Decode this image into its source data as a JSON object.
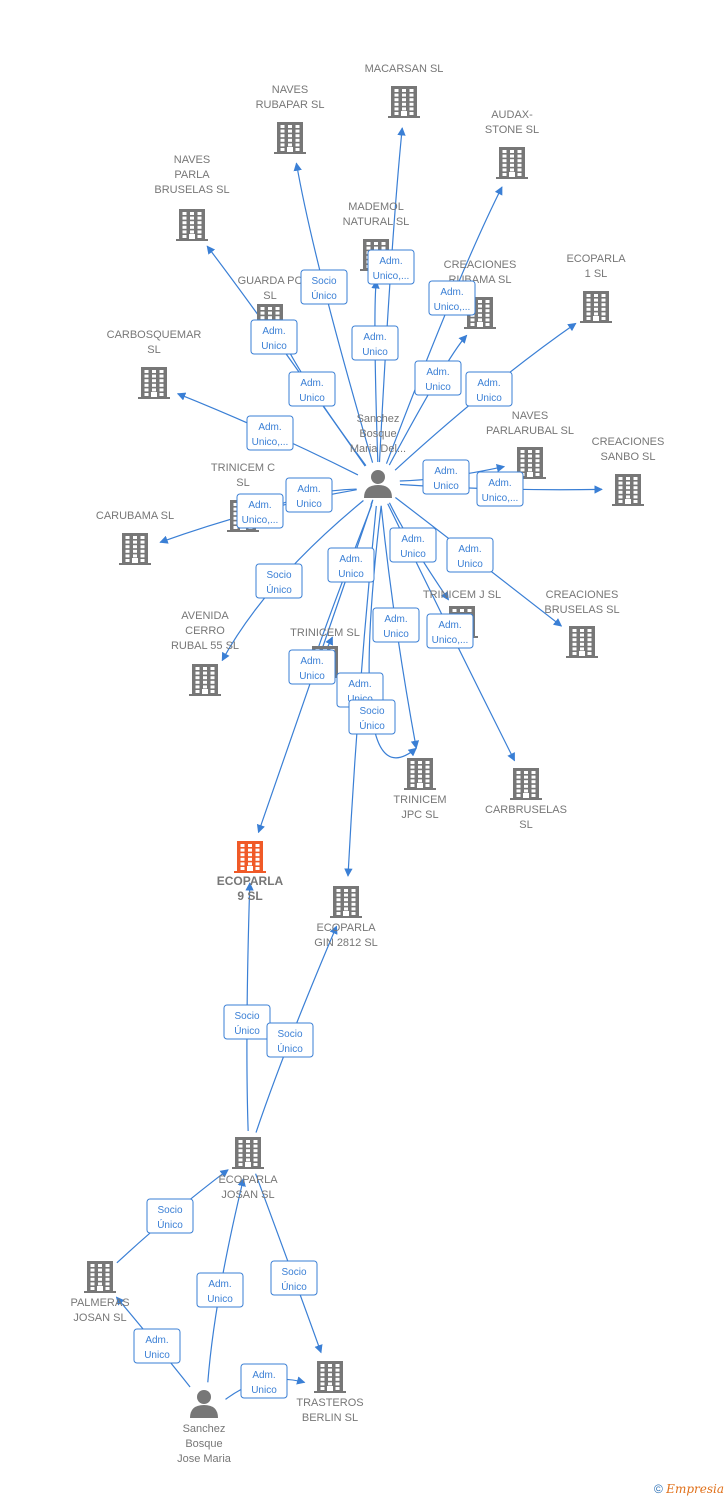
{
  "colors": {
    "edge": "#3a7fd5",
    "building": "#777777",
    "highlight": "#f05a28"
  },
  "nodes": [
    {
      "id": "macarsan",
      "label": [
        "MACARSAN  SL"
      ],
      "type": "company"
    },
    {
      "id": "naves_rubapar",
      "label": [
        "NAVES",
        "RUBAPAR SL"
      ],
      "type": "company"
    },
    {
      "id": "audax",
      "label": [
        "AUDAX-",
        "STONE SL"
      ],
      "type": "company"
    },
    {
      "id": "naves_parla",
      "label": [
        "NAVES",
        "PARLA",
        "BRUSELAS SL"
      ],
      "type": "company"
    },
    {
      "id": "mademol",
      "label": [
        "MADEMOL",
        "NATURAL  SL"
      ],
      "type": "company"
    },
    {
      "id": "creaciones_rubama",
      "label": [
        "CREACIONES",
        "RUBAMA SL"
      ],
      "type": "company"
    },
    {
      "id": "ecoparla1",
      "label": [
        "ECOPARLA",
        "1  SL"
      ],
      "type": "company"
    },
    {
      "id": "guarda",
      "label": [
        "GUARDA PC",
        "SL"
      ],
      "type": "company"
    },
    {
      "id": "carbosquemar",
      "label": [
        "CARBOSQUEMAR",
        "SL"
      ],
      "type": "company"
    },
    {
      "id": "naves_parlarubal",
      "label": [
        "NAVES",
        "PARLARUBAL SL"
      ],
      "type": "company"
    },
    {
      "id": "creaciones_sanbo",
      "label": [
        "CREACIONES",
        "SANBO  SL"
      ],
      "type": "company"
    },
    {
      "id": "trinicem_c",
      "label": [
        "TRINICEM C",
        "SL"
      ],
      "type": "company"
    },
    {
      "id": "carubama",
      "label": [
        "CARUBAMA  SL"
      ],
      "type": "company"
    },
    {
      "id": "creaciones_bruselas",
      "label": [
        "CREACIONES",
        "BRUSELAS SL"
      ],
      "type": "company"
    },
    {
      "id": "trinicem_j",
      "label": [
        "TRINICEM J  SL"
      ],
      "type": "company"
    },
    {
      "id": "avenida",
      "label": [
        "AVENIDA",
        "CERRO",
        "RUBAL 55 SL"
      ],
      "type": "company"
    },
    {
      "id": "trinicem",
      "label": [
        "TRINICEM  SL"
      ],
      "type": "company"
    },
    {
      "id": "trinicem_jpc",
      "label": [
        "TRINICEM",
        "JPC  SL"
      ],
      "type": "company"
    },
    {
      "id": "carbruselas",
      "label": [
        "CARBRUSELAS",
        "SL"
      ],
      "type": "company"
    },
    {
      "id": "ecoparla9",
      "label": [
        "ECOPARLA",
        "9  SL"
      ],
      "type": "company",
      "highlight": true
    },
    {
      "id": "ecoparla_gin",
      "label": [
        "ECOPARLA",
        "GIN 2812  SL"
      ],
      "type": "company"
    },
    {
      "id": "ecoparla_josan",
      "label": [
        "ECOPARLA",
        "JOSAN  SL"
      ],
      "type": "company"
    },
    {
      "id": "palmeras",
      "label": [
        "PALMERAS",
        "JOSAN  SL"
      ],
      "type": "company"
    },
    {
      "id": "trasteros",
      "label": [
        "TRASTEROS",
        "BERLIN  SL"
      ],
      "type": "company"
    },
    {
      "id": "person1",
      "label": [
        "Sanchez",
        "Bosque",
        "Maria Del..."
      ],
      "type": "person"
    },
    {
      "id": "person2",
      "label": [
        "Sanchez",
        "Bosque",
        "Jose Maria"
      ],
      "type": "person"
    }
  ],
  "edges": [
    {
      "from": "person1",
      "to": "macarsan",
      "label": [
        "Adm.",
        "Unico,..."
      ]
    },
    {
      "from": "person1",
      "to": "naves_rubapar",
      "label": [
        "Socio",
        "Único"
      ]
    },
    {
      "from": "person1",
      "to": "audax",
      "label": [
        "Adm.",
        "Unico,..."
      ]
    },
    {
      "from": "person1",
      "to": "naves_parla",
      "label": [
        "Adm.",
        "Unico"
      ]
    },
    {
      "from": "person1",
      "to": "mademol",
      "label": [
        "Adm.",
        "Unico"
      ]
    },
    {
      "from": "person1",
      "to": "creaciones_rubama",
      "label": [
        "Adm.",
        "Unico"
      ]
    },
    {
      "from": "person1",
      "to": "ecoparla1",
      "label": [
        "Adm.",
        "Unico"
      ]
    },
    {
      "from": "person1",
      "to": "guarda",
      "label": [
        "Adm.",
        "Unico"
      ]
    },
    {
      "from": "person1",
      "to": "carbosquemar",
      "label": [
        "Adm.",
        "Unico,..."
      ]
    },
    {
      "from": "person1",
      "to": "naves_parlarubal",
      "label": [
        "Adm.",
        "Unico"
      ]
    },
    {
      "from": "person1",
      "to": "creaciones_sanbo",
      "label": [
        "Adm.",
        "Unico,..."
      ]
    },
    {
      "from": "person1",
      "to": "trinicem_c",
      "label": [
        "Adm.",
        "Unico"
      ]
    },
    {
      "from": "person1",
      "to": "carubama",
      "label": [
        "Adm.",
        "Unico,..."
      ]
    },
    {
      "from": "person1",
      "to": "creaciones_bruselas",
      "label": [
        "Adm.",
        "Unico"
      ]
    },
    {
      "from": "person1",
      "to": "trinicem_j",
      "label": [
        "Adm.",
        "Unico"
      ]
    },
    {
      "from": "person1",
      "to": "avenida",
      "label": [
        "Socio",
        "Único"
      ]
    },
    {
      "from": "person1",
      "to": "trinicem",
      "label": [
        "Adm.",
        "Unico"
      ]
    },
    {
      "from": "person1",
      "to": "trinicem_jpc",
      "label": [
        "Adm.",
        "Unico"
      ]
    },
    {
      "from": "person1",
      "to": "carbruselas",
      "label": [
        "Adm.",
        "Unico,..."
      ]
    },
    {
      "from": "person1",
      "to": "ecoparla9",
      "label": [
        "Adm.",
        "Unico"
      ]
    },
    {
      "from": "person1",
      "to": "ecoparla_gin",
      "label": [
        "Adm.",
        "Unico"
      ]
    },
    {
      "from": "person1",
      "to": "trinicem_jpc",
      "label": [
        "Socio",
        "Único"
      ]
    },
    {
      "from": "ecoparla_josan",
      "to": "ecoparla9",
      "label": [
        "Socio",
        "Único"
      ]
    },
    {
      "from": "ecoparla_josan",
      "to": "ecoparla_gin",
      "label": [
        "Socio",
        "Único"
      ]
    },
    {
      "from": "palmeras",
      "to": "ecoparla_josan",
      "label": [
        "Socio",
        "Único"
      ]
    },
    {
      "from": "person2",
      "to": "ecoparla_josan",
      "label": [
        "Adm.",
        "Unico"
      ]
    },
    {
      "from": "ecoparla_josan",
      "to": "trasteros",
      "label": [
        "Socio",
        "Único"
      ]
    },
    {
      "from": "person2",
      "to": "palmeras",
      "label": [
        "Adm.",
        "Unico"
      ]
    },
    {
      "from": "person2",
      "to": "trasteros",
      "label": [
        "Adm.",
        "Unico"
      ]
    }
  ],
  "footer": {
    "copyright": "©",
    "brand_initial": "E",
    "brand_rest": "mpresia"
  }
}
